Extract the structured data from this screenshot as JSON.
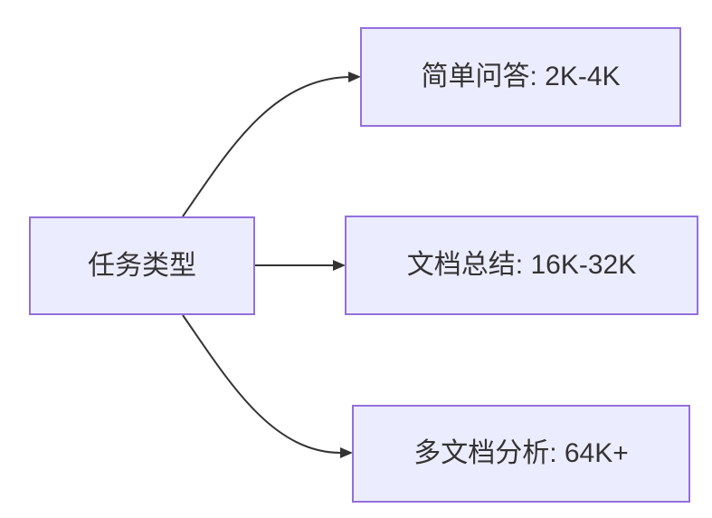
{
  "diagram": {
    "type": "flowchart",
    "direction": "LR",
    "nodes": {
      "root": {
        "label": "任务类型"
      },
      "branches": [
        {
          "label": "简单问答: 2K-4K"
        },
        {
          "label": "文档总结: 16K-32K"
        },
        {
          "label": "多文档分析: 64K+"
        }
      ]
    },
    "edges": [
      {
        "from": "任务类型",
        "to": "简单问答: 2K-4K"
      },
      {
        "from": "任务类型",
        "to": "文档总结: 16K-32K"
      },
      {
        "from": "任务类型",
        "to": "多文档分析: 64K+"
      }
    ],
    "colors": {
      "node_fill": "#ECECFF",
      "node_border": "#9370DB",
      "edge": "#333333",
      "text": "#333333",
      "background": "#FFFFFF"
    }
  }
}
